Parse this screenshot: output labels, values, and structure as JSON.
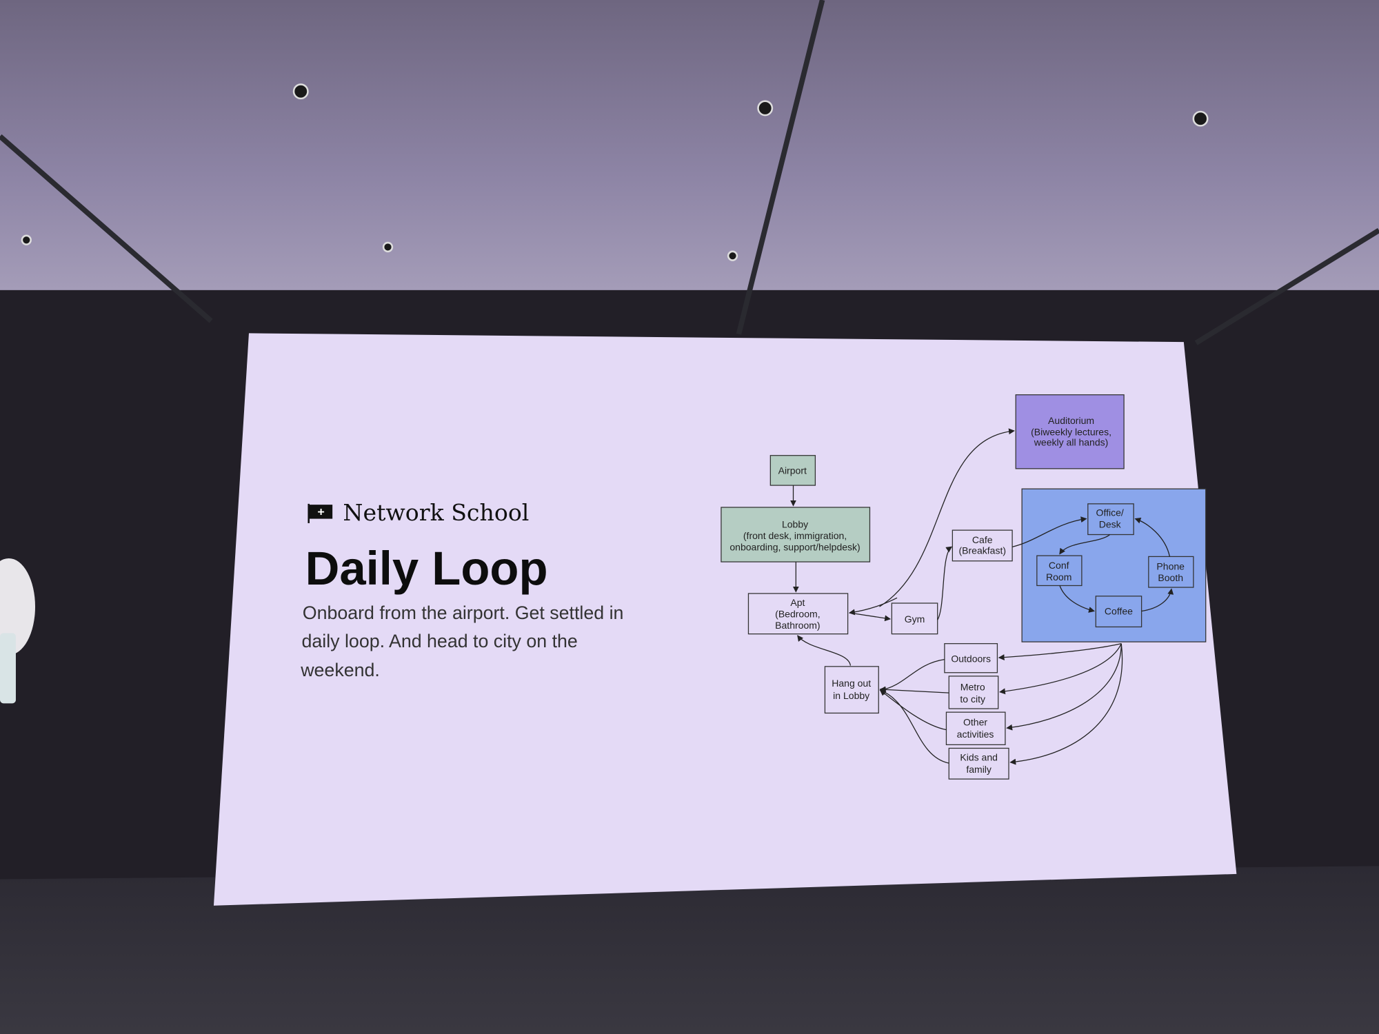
{
  "slide": {
    "brand": "Network School",
    "title": "Daily Loop",
    "description_lines": [
      "Onboard from the airport. Get settled in",
      "daily loop. And head to city on the",
      "weekend."
    ]
  },
  "diagram": {
    "nodes": {
      "airport": [
        "Airport"
      ],
      "lobby": [
        "Lobby",
        "(front desk, immigration,",
        "onboarding, support/helpdesk)"
      ],
      "apt": [
        "Apt",
        "(Bedroom,",
        "Bathroom)"
      ],
      "gym": [
        "Gym"
      ],
      "cafe": [
        "Cafe",
        "(Breakfast)"
      ],
      "auditorium": [
        "Auditorium",
        "(Biweekly lectures,",
        "weekly all hands)"
      ],
      "office": [
        "Office/",
        "Desk"
      ],
      "conf": [
        "Conf",
        "Room"
      ],
      "phone": [
        "Phone",
        "Booth"
      ],
      "coffee": [
        "Coffee"
      ],
      "outdoors": [
        "Outdoors"
      ],
      "metro": [
        "Metro",
        "to city"
      ],
      "other": [
        "Other",
        "activities"
      ],
      "kids": [
        "Kids and",
        "family"
      ],
      "hangout": [
        "Hang out",
        "in Lobby"
      ]
    },
    "colors": {
      "green": "#b5cdc3",
      "purple": "#9f8fe3",
      "blue": "#89a6ec",
      "screen": "#e6dcf7"
    }
  }
}
